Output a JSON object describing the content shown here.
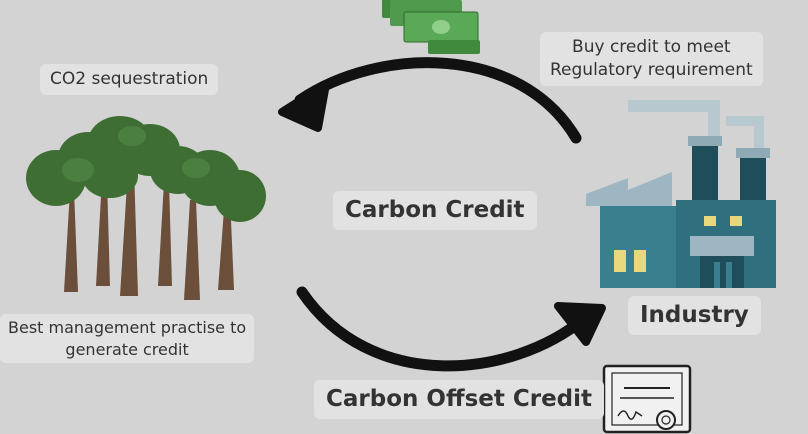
{
  "labels": {
    "co2": "CO2 sequestration",
    "buy_line1": "Buy credit to meet",
    "buy_line2": "Regulatory requirement",
    "carbon_credit": "Carbon Credit",
    "industry": "Industry",
    "best_line1": "Best management practise to",
    "best_line2": "generate credit",
    "carbon_offset": "Carbon Offset Credit"
  },
  "icons": [
    "money-icon",
    "forest-icon",
    "factory-icon",
    "certificate-icon",
    "arrow-top-icon",
    "arrow-bottom-icon"
  ],
  "colors": {
    "background": "#d3d3d3",
    "label_bg": "#e2e2e2",
    "tree_foliage": "#3f6e35",
    "tree_trunk": "#6b4f3a",
    "factory_teal": "#3a7f8e",
    "factory_dark": "#1f4e5a",
    "money_green": "#4f9a4c",
    "arrow": "#111111"
  }
}
